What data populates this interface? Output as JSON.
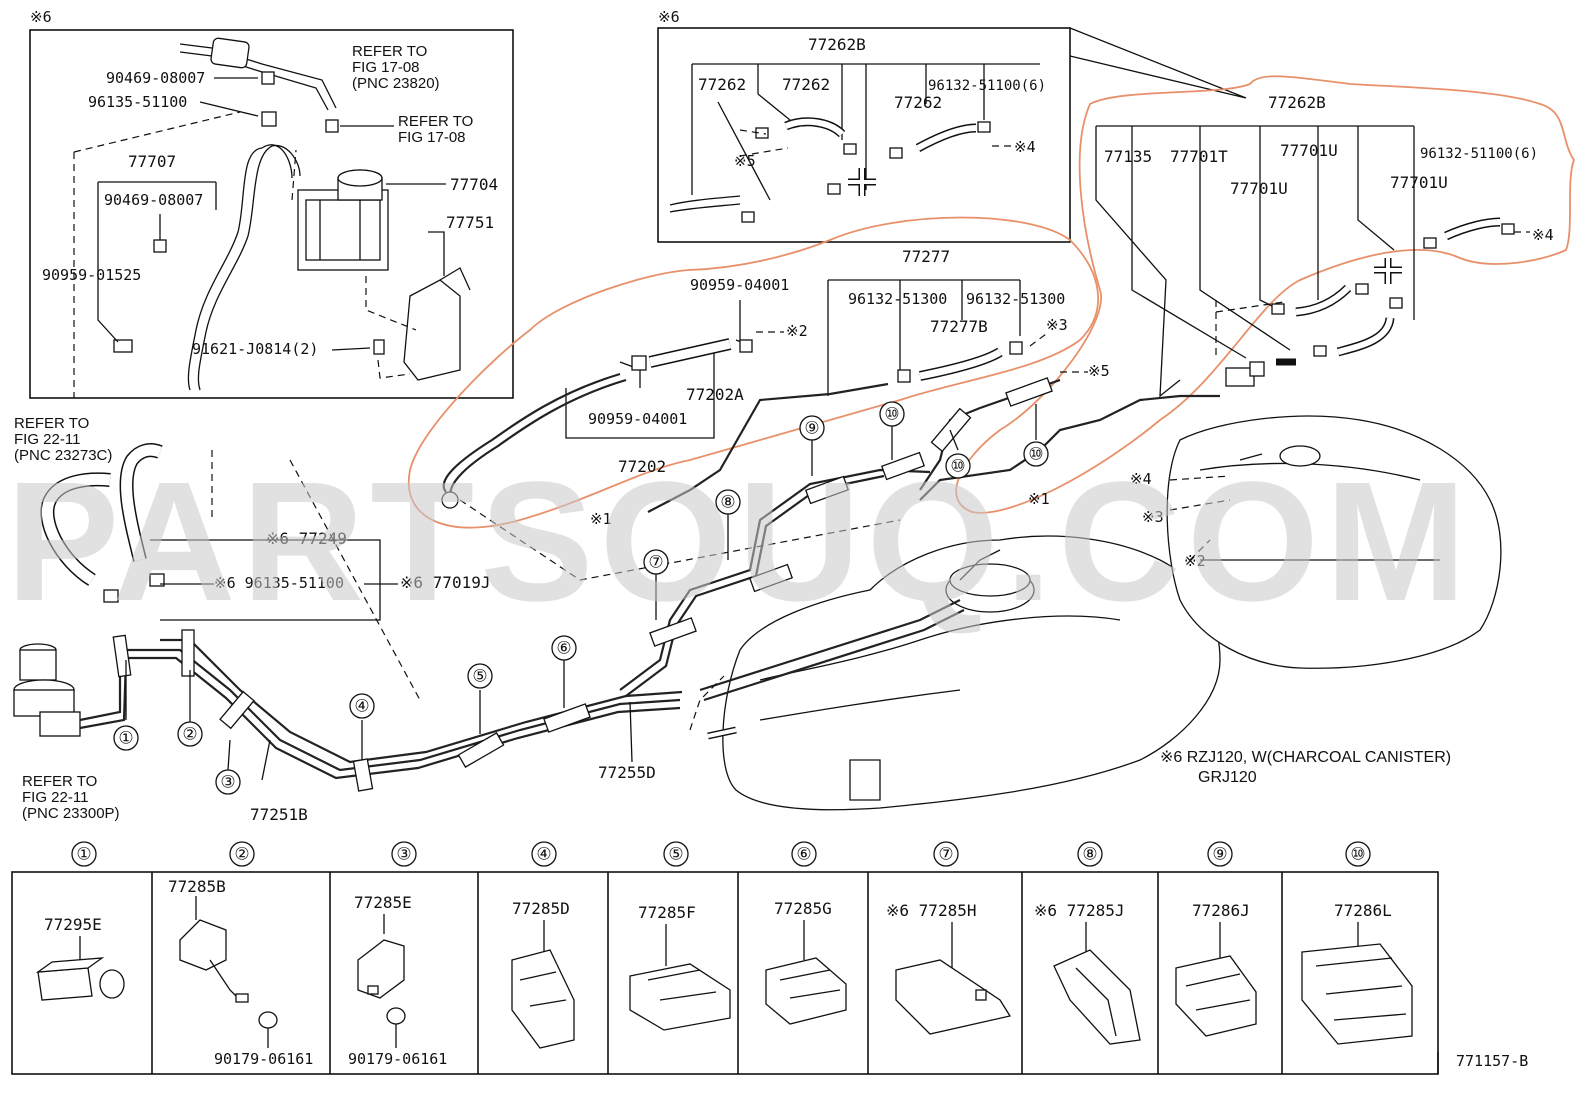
{
  "diagram_id": "771157-B",
  "watermark": "PARTSOUQ.COM",
  "notes": {
    "note6_line1": "※6 RZJ120, W(CHARCOAL CANISTER)",
    "note6_line2": "GRJ120"
  },
  "left_box": {
    "marker": "※6",
    "refer_a_1": "REFER TO",
    "refer_a_2": "FIG 17-08",
    "refer_a_3": "(PNC 23820)",
    "refer_b_1": "REFER TO",
    "refer_b_2": "FIG 17-08",
    "parts": {
      "p90469a": "90469-08007",
      "p96135": "96135-51100",
      "p77707": "77707",
      "p90469b": "90469-08007",
      "p90959": "90959-01525",
      "p77704": "77704",
      "p77751": "77751",
      "p91621": "91621-J0814(2)"
    }
  },
  "top_box": {
    "marker": "※6",
    "parts": {
      "p77262B": "77262B",
      "p77262a": "77262",
      "p77262b": "77262",
      "p77262c": "77262",
      "p96132": "96132-51100(6)",
      "m5": "※5",
      "m4": "※4"
    }
  },
  "right_group": {
    "parts": {
      "p77262B": "77262B",
      "p77135": "77135",
      "p77701T": "77701T",
      "p77701Ua": "77701U",
      "p77701Ub": "77701U",
      "p77701Uc": "77701U",
      "p96132": "96132-51100(6)",
      "m4": "※4"
    }
  },
  "mid_group": {
    "parts": {
      "p77277": "77277",
      "p96132a": "96132-51300",
      "p96132b": "96132-51300",
      "p77277B": "77277B",
      "m3": "※3",
      "m5": "※5",
      "p90959a": "90959-04001",
      "m2": "※2",
      "p77202A": "77202A",
      "p90959b": "90959-04001",
      "p77202": "77202",
      "m1a": "※1",
      "m1b": "※1"
    }
  },
  "tank_markers": {
    "m4": "※4",
    "m3": "※3",
    "m2": "※2"
  },
  "lower_left": {
    "refer_c_1": "REFER TO",
    "refer_c_2": "FIG 22-11",
    "refer_c_3": "(PNC 23273C)",
    "refer_d_1": "REFER TO",
    "refer_d_2": "FIG 22-11",
    "refer_d_3": "(PNC 23300P)",
    "p77249": "※6 77249",
    "p96135": "※6 96135-51100",
    "p77019J": "※6 77019J",
    "p77251B": "77251B",
    "p77255D": "77255D"
  },
  "callouts": [
    "①",
    "②",
    "③",
    "④",
    "⑤",
    "⑥",
    "⑦",
    "⑧",
    "⑨",
    "⑩"
  ],
  "clamp_table": [
    {
      "num": "①",
      "part": "77295E",
      "extra": ""
    },
    {
      "num": "②",
      "part": "77285B",
      "extra": "90179-06161"
    },
    {
      "num": "③",
      "part": "77285E",
      "extra": "90179-06161"
    },
    {
      "num": "④",
      "part": "77285D",
      "extra": ""
    },
    {
      "num": "⑤",
      "part": "77285F",
      "extra": ""
    },
    {
      "num": "⑥",
      "part": "77285G",
      "extra": ""
    },
    {
      "num": "⑦",
      "part": "※6 77285H",
      "extra": ""
    },
    {
      "num": "⑧",
      "part": "※6 77285J",
      "extra": ""
    },
    {
      "num": "⑨",
      "part": "77286J",
      "extra": ""
    },
    {
      "num": "⑩",
      "part": "77286L",
      "extra": ""
    }
  ]
}
